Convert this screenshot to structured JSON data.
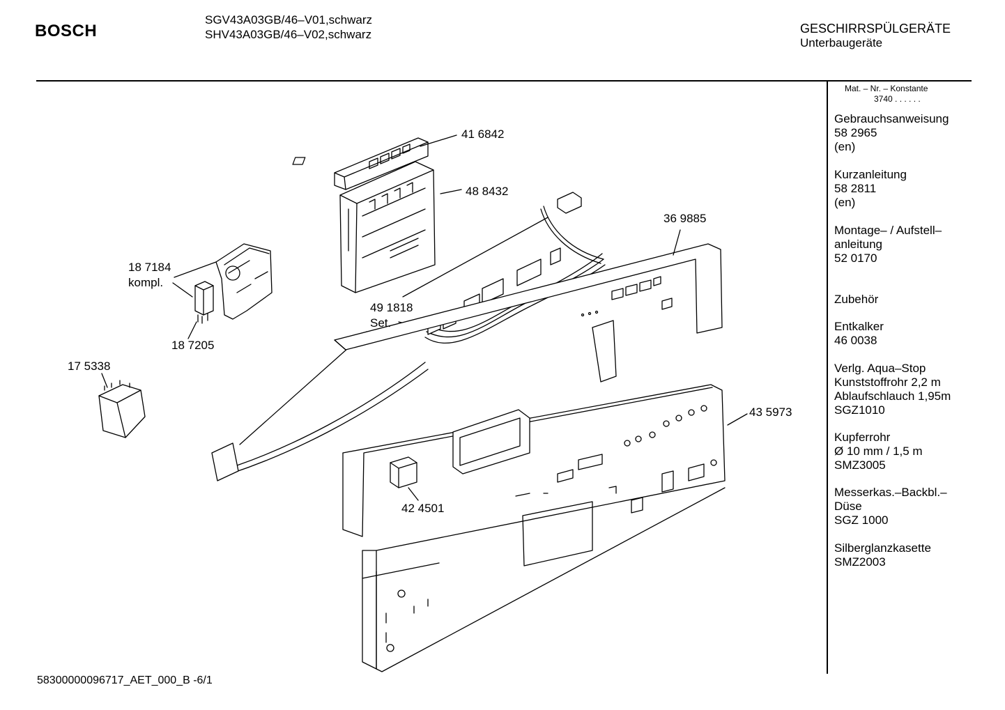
{
  "header": {
    "brand": "BOSCH",
    "models": [
      "SGV43A03GB/46–V01,schwarz",
      "SHV43A03GB/46–V02,schwarz"
    ],
    "category": "GESCHIRRSPÜLGERÄTE",
    "subcategory": "Unterbaugeräte"
  },
  "side_panel": {
    "header_line1": "Mat. – Nr. – Konstante",
    "header_line2": "3740  .  .  .  .  .  .",
    "groups": [
      {
        "lines": [
          "Gebrauchsanweisung",
          "58 2965",
          "(en)"
        ]
      },
      {
        "lines": [
          "Kurzanleitung",
          "58 2811",
          "(en)"
        ]
      },
      {
        "lines": [
          "Montage– / Aufstell–",
          "anleitung",
          "52 0170"
        ]
      },
      {
        "lines": [
          "Zubehör"
        ]
      },
      {
        "lines": [
          "Entkalker",
          "46 0038"
        ]
      },
      {
        "lines": [
          "Verlg. Aqua–Stop",
          "Kunststoffrohr 2,2 m",
          "Ablaufschlauch 1,95m",
          "SGZ1010"
        ]
      },
      {
        "lines": [
          "Kupferrohr",
          "Ø 10 mm / 1,5 m",
          "SMZ3005"
        ]
      },
      {
        "lines": [
          "Messerkas.–Backbl.–",
          "Düse",
          "SGZ 1000"
        ]
      },
      {
        "lines": [
          "Silberglanzkasette",
          "SMZ2003"
        ]
      }
    ]
  },
  "parts": [
    {
      "id": "416842",
      "label": "41 6842"
    },
    {
      "id": "488432",
      "label": "48 8432"
    },
    {
      "id": "369885",
      "label": "36 9885"
    },
    {
      "id": "187184",
      "label": "18 7184",
      "label2": "kompl."
    },
    {
      "id": "491818",
      "label": "49 1818",
      "label2": "Set."
    },
    {
      "id": "187205",
      "label": "18 7205"
    },
    {
      "id": "175338",
      "label": "17 5338"
    },
    {
      "id": "435973",
      "label": "43 5973"
    },
    {
      "id": "424501",
      "label": "42 4501"
    }
  ],
  "footer": "58300000096717_AET_000_B  -6/1"
}
